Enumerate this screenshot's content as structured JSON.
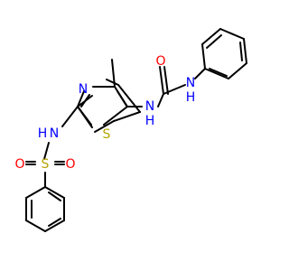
{
  "molecule": {
    "atoms": {
      "n_thiazole": "N",
      "s_thiazole": "S",
      "nh_sulfonamide": "N",
      "h_sulfonamide": "H",
      "s_sulfonyl": "S",
      "o_sulfonyl_left": "O",
      "o_sulfonyl_right": "O",
      "nh_urea_left": "N",
      "h_urea_left": "H",
      "o_urea": "O",
      "nh_urea_right": "N",
      "h_urea_right": "H"
    },
    "colors": {
      "bond": "#000000",
      "nitrogen": "#0000ff",
      "sulfur": "#b5a400",
      "oxygen": "#ff0000",
      "carbon": "#000000"
    }
  }
}
